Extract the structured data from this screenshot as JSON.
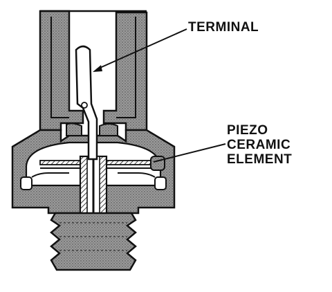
{
  "labels": {
    "terminal": "TERMINAL",
    "piezo_line1": "PIEZO",
    "piezo_line2": "CERAMIC",
    "piezo_line3": "ELEMENT"
  },
  "colors": {
    "body_fill": "#8a8a8a",
    "outline": "#111111",
    "background": "#ffffff"
  }
}
